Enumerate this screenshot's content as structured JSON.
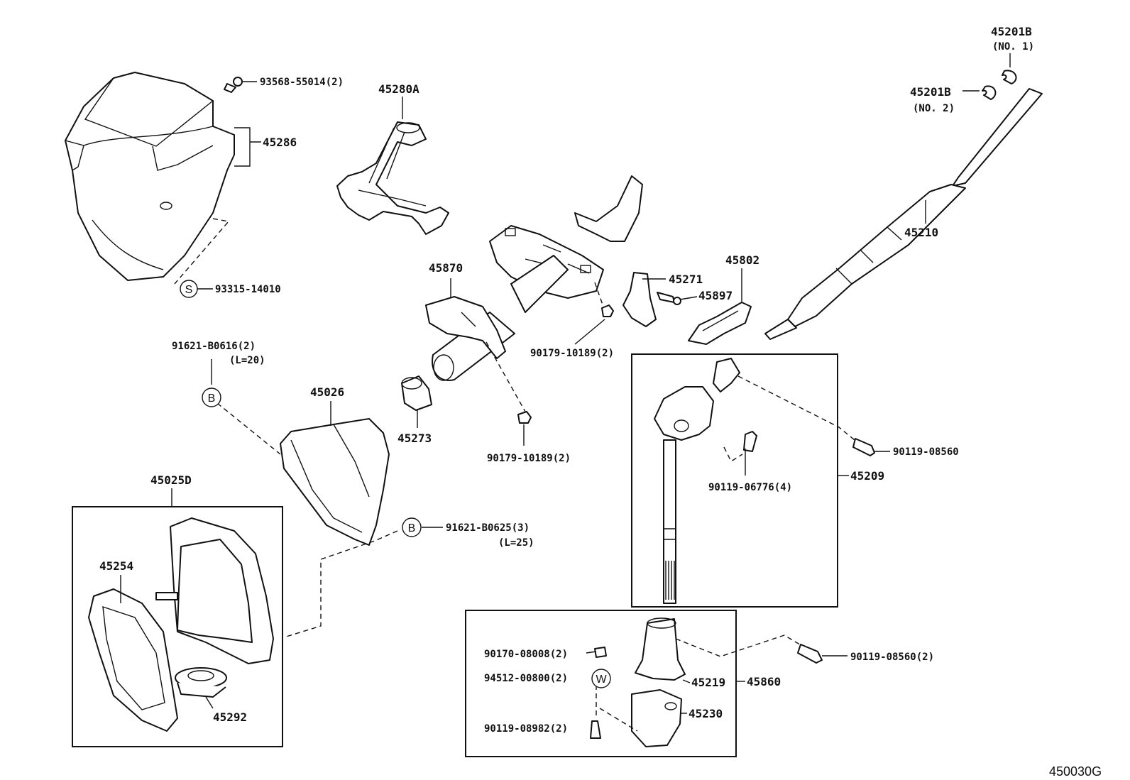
{
  "diagram_code": "450030G",
  "parts": {
    "p45201B_no1": {
      "number": "45201B",
      "note": "(NO. 1)"
    },
    "p45201B_no2": {
      "number": "45201B",
      "note": "(NO. 2)"
    },
    "p45210": {
      "number": "45210"
    },
    "p93568": {
      "number": "93568-55014(2)"
    },
    "p45280A": {
      "number": "45280A"
    },
    "p45286": {
      "number": "45286"
    },
    "p93315": {
      "number": "93315-14010",
      "symbol": "S"
    },
    "p45870": {
      "number": "45870"
    },
    "p45271": {
      "number": "45271"
    },
    "p45897": {
      "number": "45897"
    },
    "p45802": {
      "number": "45802"
    },
    "p90179a": {
      "number": "90179-10189(2)"
    },
    "p91621_b0616": {
      "number": "91621-B0616(2)",
      "note": "(L=20)",
      "symbol": "B"
    },
    "p45026": {
      "number": "45026"
    },
    "p45273": {
      "number": "45273"
    },
    "p90179b": {
      "number": "90179-10189(2)"
    },
    "p90119_08560": {
      "number": "90119-08560"
    },
    "p90119_06776": {
      "number": "90119-06776(4)"
    },
    "p45209": {
      "number": "45209"
    },
    "p45025D": {
      "number": "45025D"
    },
    "p91621_b0625": {
      "number": "91621-B0625(3)",
      "note": "(L=25)",
      "symbol": "B"
    },
    "p45254": {
      "number": "45254"
    },
    "p45292": {
      "number": "45292"
    },
    "p90170": {
      "number": "90170-08008(2)"
    },
    "p94512": {
      "number": "94512-00800(2)",
      "symbol": "W"
    },
    "p90119_08982": {
      "number": "90119-08982(2)"
    },
    "p45219": {
      "number": "45219"
    },
    "p45860": {
      "number": "45860"
    },
    "p45230": {
      "number": "45230"
    },
    "p90119_08560_2": {
      "number": "90119-08560(2)"
    }
  }
}
